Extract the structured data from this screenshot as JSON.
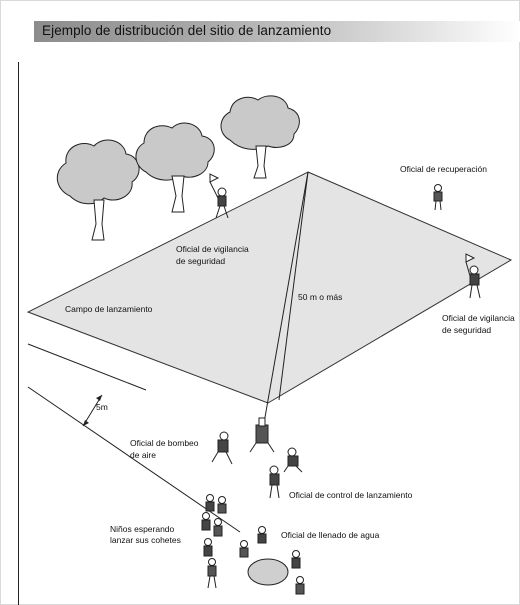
{
  "header": {
    "title": "Ejemplo de distribución del sitio de lanzamiento"
  },
  "labels": {
    "recovery_officer": "Oficial de recuperación",
    "safety_officer_left_line1": "Oficial de vigilancia",
    "safety_officer_left_line2": "de seguridad",
    "distance": "50 m o más",
    "launch_field": "Campo de lanzamiento",
    "safety_officer_right_line1": "Oficial de vigilancia",
    "safety_officer_right_line2": "de seguridad",
    "offset_distance": "5m",
    "air_pump_officer_line1": "Oficial de bombeo",
    "air_pump_officer_line2": "de aire",
    "launch_control_officer": "Oficial de control de lanzamiento",
    "waiting_kids_line1": "Niños esperando",
    "waiting_kids_line2": "lanzar sus cohetes",
    "water_fill_officer": "Oficial de llenado de agua"
  }
}
